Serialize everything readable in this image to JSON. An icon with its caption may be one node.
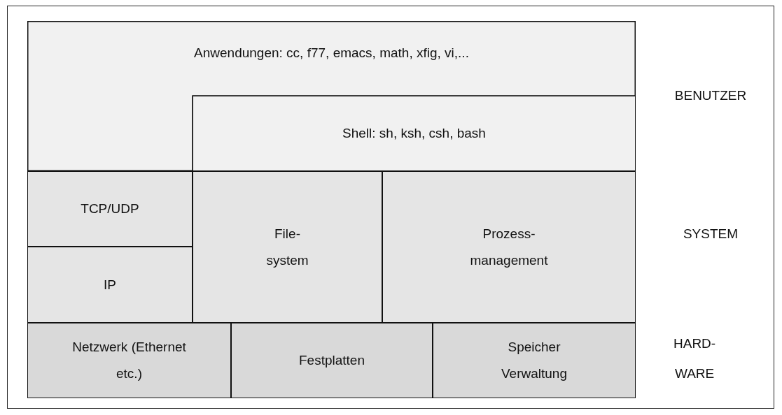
{
  "diagram": {
    "nodes": [
      {
        "text": [
          "Anwendungen: cc, f77, emacs, math, xfig, vi,..."
        ]
      },
      {
        "text": [
          "Shell: sh, ksh, csh, bash"
        ]
      },
      {
        "text": [
          "TCP/UDP"
        ]
      },
      {
        "text": [
          "IP"
        ]
      },
      {
        "text": [
          "File- system"
        ]
      },
      {
        "text": [
          "Prozess- management"
        ]
      },
      {
        "text": [
          "Netzwerk (Ethernet etc.)"
        ]
      },
      {
        "text": [
          "Festplatten"
        ]
      },
      {
        "text": [
          "Speicher Verwaltung"
        ]
      }
    ],
    "labels": [
      "BENUTZER",
      "SYSTEM",
      "HARD- WARE"
    ]
  }
}
